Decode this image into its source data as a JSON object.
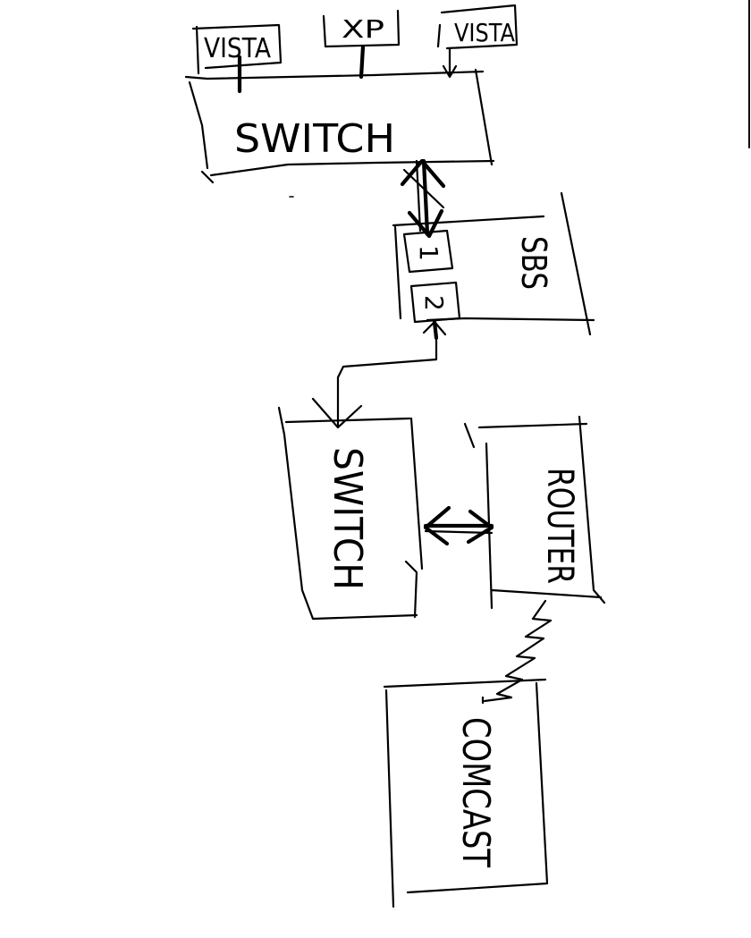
{
  "diagram": {
    "nodes": {
      "vista_left": "VISTA",
      "xp": "XP",
      "vista_right": "VISTA",
      "switch_top": "SWITCH",
      "sbs": "SBS",
      "nic_1": "1",
      "nic_2": "2",
      "switch_bottom": "SWITCH",
      "router": "ROUTER",
      "comcast": "COMCAST"
    }
  }
}
